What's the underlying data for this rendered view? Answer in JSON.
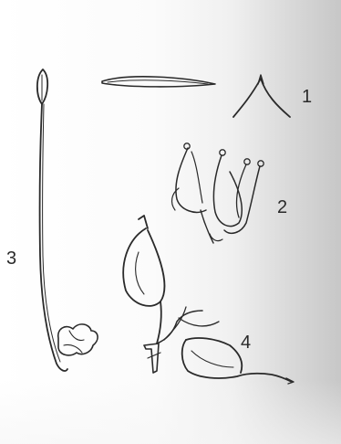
{
  "figure_labels": {
    "fig1": "1",
    "fig2": "2",
    "fig3": "3",
    "fig4": "4"
  },
  "colors": {
    "ink": "#2a2a2a",
    "paper": "#ffffff",
    "page_shadow": "#c7c7c7"
  }
}
